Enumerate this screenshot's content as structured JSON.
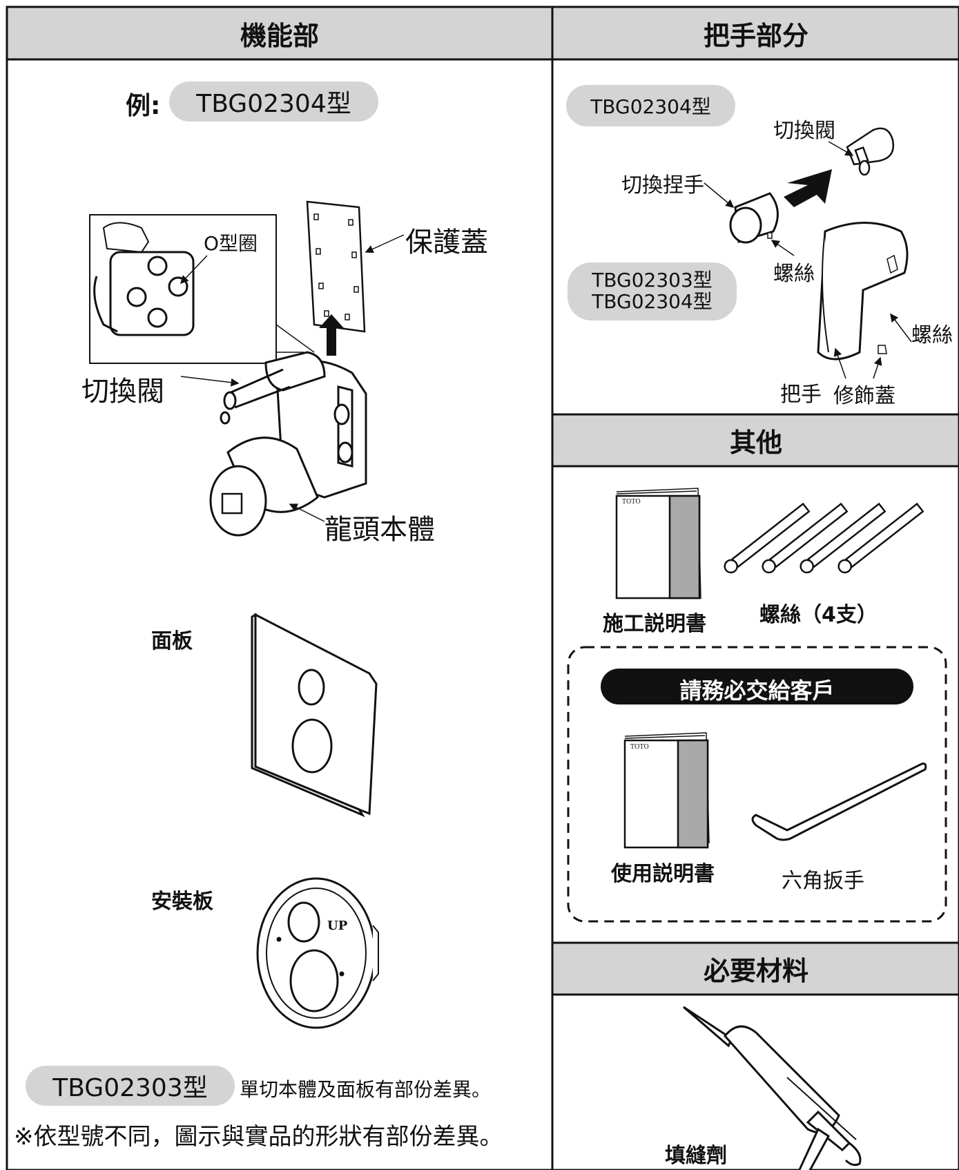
{
  "sections": {
    "function": {
      "title": "機能部"
    },
    "handle": {
      "title": "把手部分"
    },
    "other": {
      "title": "其他"
    },
    "materials": {
      "title": "必要材料"
    }
  },
  "function_part": {
    "example_prefix": "例:",
    "example_model": "TBG02304型",
    "labels": {
      "o_ring": "O型圈",
      "protective_cover": "保護蓋",
      "diverter_valve": "切換閥",
      "faucet_body": "龍頭本體",
      "panel": "面板",
      "mounting_plate": "安裝板"
    },
    "model_note_model": "TBG02303型",
    "model_note_text": "單切本體及面板有部份差異。",
    "footnote": "※依型號不同，圖示與實品的形狀有部份差異。"
  },
  "handle_part": {
    "model_a": "TBG02304型",
    "model_b_line1": "TBG02303型",
    "model_b_line2": "TBG02304型",
    "labels": {
      "diverter_valve": "切換閥",
      "diverter_knob": "切換捏手",
      "screw_1": "螺絲",
      "screw_2": "螺絲",
      "handle": "把手",
      "trim_cap": "修飾蓋"
    }
  },
  "other_part": {
    "install_manual": "施工説明書",
    "screws": "螺絲（4支）",
    "customer_banner": "請務必交給客戶",
    "user_manual": "使用説明書",
    "hex_wrench": "六角扳手",
    "booklet_brand": "TOTO"
  },
  "materials_part": {
    "sealant": "填縫劑"
  }
}
